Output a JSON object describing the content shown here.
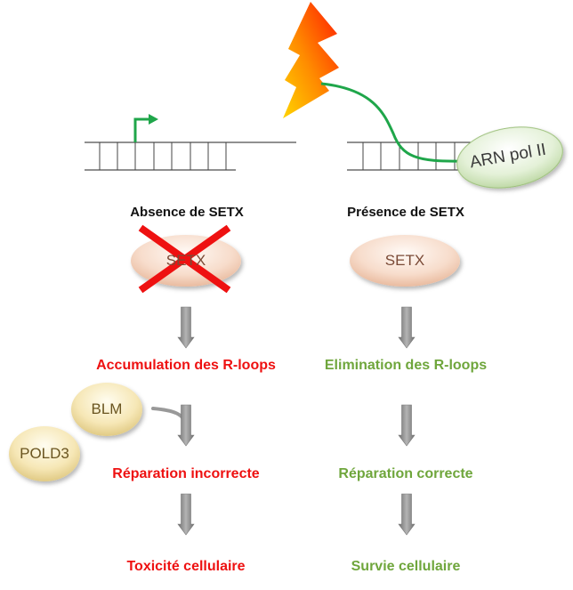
{
  "left": {
    "heading": "Absence de SETX",
    "protein": "SETX",
    "steps": [
      "Accumulation des R-loops",
      "Réparation incorrecte",
      "Toxicité cellulaire"
    ]
  },
  "right": {
    "heading": "Présence de SETX",
    "protein": "SETX",
    "steps": [
      "Elimination des R-loops",
      "Réparation correcte",
      "Survie cellulaire"
    ]
  },
  "polymerase": "ARN pol II",
  "factors": [
    "BLM",
    "POLD3"
  ],
  "colors": {
    "negative": "#ee1111",
    "positive": "#6fa63c",
    "arrow": "#8a8a8a",
    "transcript": "#1fa64a",
    "cross": "#ee1111"
  },
  "icons": [
    "lightning-bolt-icon",
    "transcription-start-arrow-icon",
    "red-cross-icon"
  ]
}
